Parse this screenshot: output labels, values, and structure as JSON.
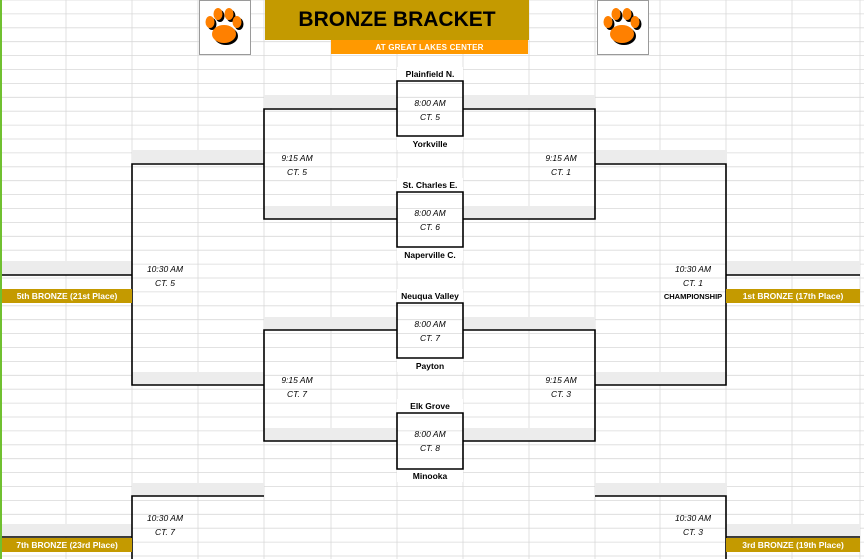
{
  "header": {
    "title": "BRONZE BRACKET",
    "subtitle": "AT GREAT LAKES CENTER",
    "left_logo_icon": "tiger-paw-icon",
    "right_logo_icon": "tiger-paw-icon"
  },
  "colors": {
    "gold": "#c49a00",
    "orange": "#ff9900",
    "paw": "#ff8000",
    "grid_line": "#d9d9d9",
    "shade_row": "#ececec",
    "left_accent": "#70c030"
  },
  "teams": {
    "t1": "Plainfield N.",
    "t2": "Yorkville",
    "t3": "St. Charles E.",
    "t4": "Naperville C.",
    "t5": "Neuqua Valley",
    "t6": "Payton",
    "t7": "Elk Grove",
    "t8": "Minooka"
  },
  "round1": {
    "g1": {
      "time": "8:00 AM",
      "court": "CT. 5"
    },
    "g2": {
      "time": "8:00 AM",
      "court": "CT. 6"
    },
    "g3": {
      "time": "8:00 AM",
      "court": "CT. 7"
    },
    "g4": {
      "time": "8:00 AM",
      "court": "CT. 8"
    }
  },
  "round2_left": {
    "g1": {
      "time": "9:15 AM",
      "court": "CT. 5"
    },
    "g2": {
      "time": "9:15 AM",
      "court": "CT. 7"
    }
  },
  "round2_right": {
    "g1": {
      "time": "9:15 AM",
      "court": "CT. 1"
    },
    "g2": {
      "time": "9:15 AM",
      "court": "CT. 3"
    }
  },
  "round3_left": {
    "g1": {
      "time": "10:30 AM",
      "court": "CT. 5"
    },
    "g2": {
      "time": "10:30 AM",
      "court": "CT. 7"
    }
  },
  "round3_right": {
    "g1": {
      "time": "10:30 AM",
      "court": "CT. 1"
    },
    "g2": {
      "time": "10:30 AM",
      "court": "CT. 3"
    }
  },
  "championship_label": "CHAMPIONSHIP",
  "placements": {
    "fifth": "5th BRONZE (21st Place)",
    "first": "1st BRONZE (17th Place)",
    "seventh": "7th BRONZE (23rd Place)",
    "third": "3rd BRONZE (19th Place)"
  }
}
